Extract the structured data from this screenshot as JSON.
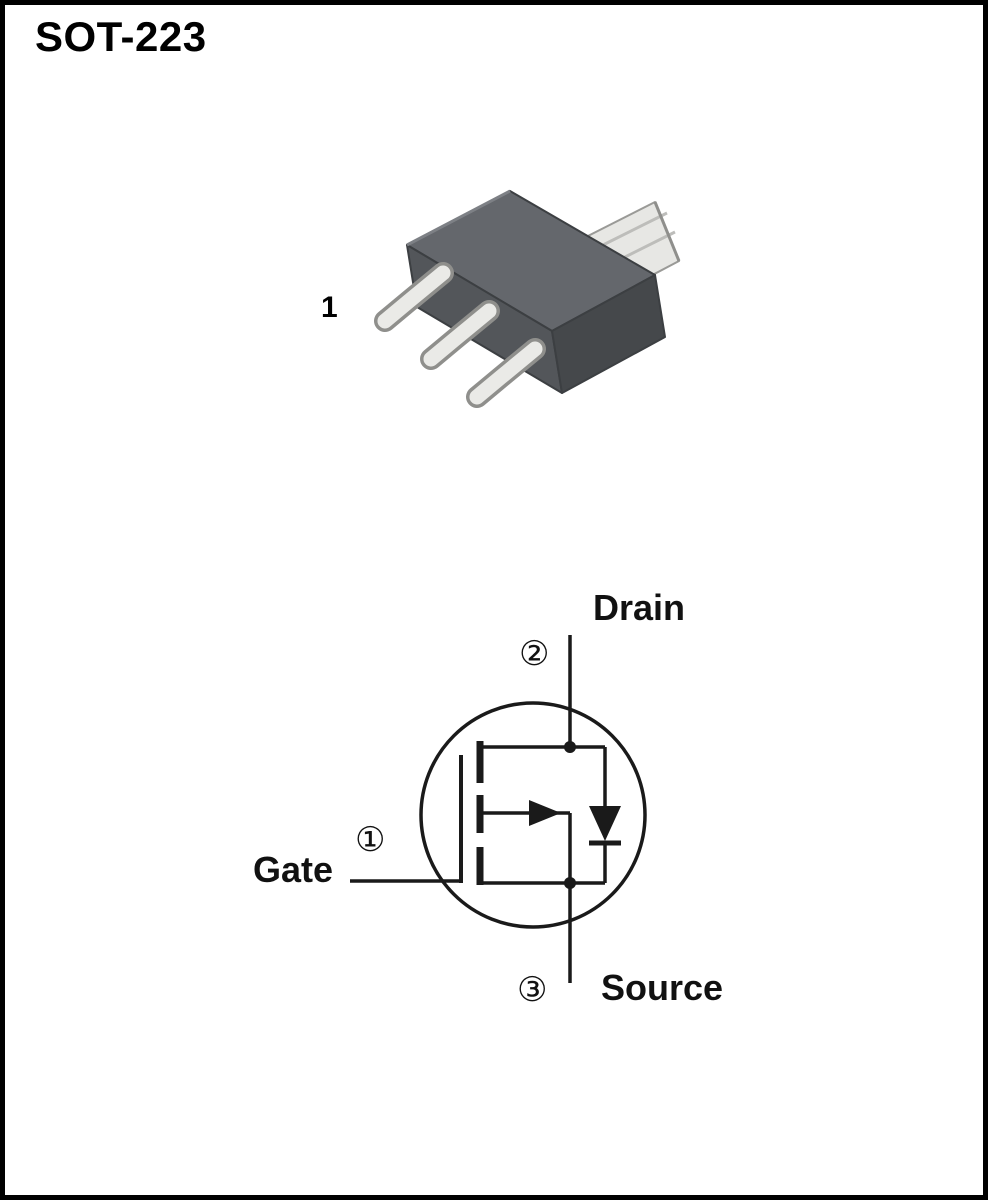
{
  "page": {
    "title": "SOT-223",
    "background_color": "#ffffff",
    "border_color": "#000000"
  },
  "package_figure": {
    "description": "3D view of SOT-223 surface-mount package with three gull-wing leads and heatsink tab",
    "pin1_label": "1",
    "colors": {
      "body_top": "#64676c",
      "body_front": "#53565a",
      "body_side": "#45484b",
      "lead_fill": "#eaeae7",
      "lead_edge": "#8f8f8c",
      "tab_fill": "#e7e7e4",
      "tab_edge": "#9a9a97"
    }
  },
  "schematic": {
    "description": "MOSFET symbol with body diode inside circle",
    "line_color": "#1a1a1a",
    "pins": [
      {
        "num": "①",
        "label": "Gate"
      },
      {
        "num": "②",
        "label": "Drain"
      },
      {
        "num": "③",
        "label": "Source"
      }
    ]
  }
}
